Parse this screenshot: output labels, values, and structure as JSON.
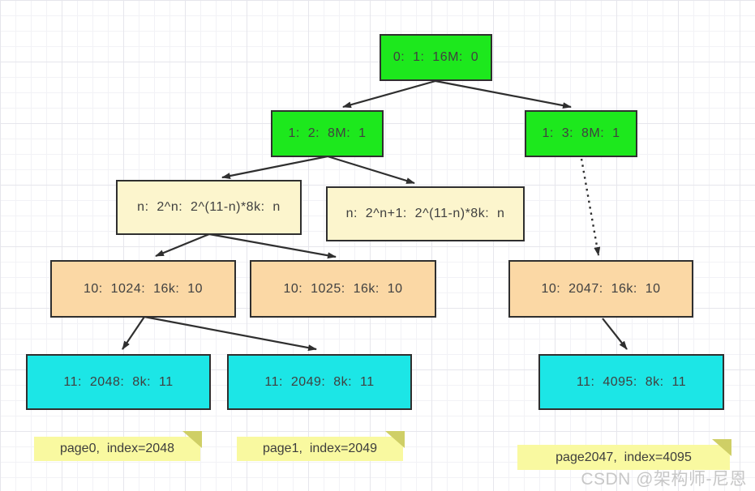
{
  "diagram": {
    "nodes": {
      "root": {
        "label": "0:  1:  16M:  0",
        "level": 0,
        "color": "#1de81d"
      },
      "l1_left": {
        "label": "1:  2:  8M:  1",
        "level": 1,
        "color": "#1de81d"
      },
      "l1_right": {
        "label": "1:  3:  8M:  1",
        "level": 1,
        "color": "#1de81d"
      },
      "formula_left": {
        "label": "n:  2^n:  2^(11-n)*8k:  n",
        "level": "n",
        "color": "#fcf5cd"
      },
      "formula_right": {
        "label": "n:  2^n+1:  2^(11-n)*8k:  n",
        "level": "n",
        "color": "#fcf5cd"
      },
      "n10_1024": {
        "label": "10:  1024:  16k:  10",
        "level": 10,
        "color": "#fbd8a5"
      },
      "n10_1025": {
        "label": "10:  1025:  16k:  10",
        "level": 10,
        "color": "#fbd8a5"
      },
      "n10_2047": {
        "label": "10:  2047:  16k:  10",
        "level": 10,
        "color": "#fbd8a5"
      },
      "n11_2048": {
        "label": "11:  2048:  8k:  11",
        "level": 11,
        "color": "#1ce6e6"
      },
      "n11_2049": {
        "label": "11:  2049:  8k:  11",
        "level": 11,
        "color": "#1ce6e6"
      },
      "n11_4095": {
        "label": "11:  4095:  8k:  11",
        "level": 11,
        "color": "#1ce6e6"
      }
    },
    "edges": [
      {
        "from": "root",
        "to": "l1_left",
        "style": "solid"
      },
      {
        "from": "root",
        "to": "l1_right",
        "style": "solid"
      },
      {
        "from": "l1_left",
        "to": "formula_left",
        "style": "solid"
      },
      {
        "from": "l1_left",
        "to": "formula_right",
        "style": "solid"
      },
      {
        "from": "formula_left",
        "to": "n10_1024",
        "style": "solid"
      },
      {
        "from": "formula_left",
        "to": "n10_1025",
        "style": "solid"
      },
      {
        "from": "l1_right",
        "to": "n10_2047",
        "style": "dotted"
      },
      {
        "from": "n10_1024",
        "to": "n11_2048",
        "style": "solid"
      },
      {
        "from": "n10_1024",
        "to": "n11_2049",
        "style": "solid"
      },
      {
        "from": "n10_2047",
        "to": "n11_4095",
        "style": "solid"
      }
    ],
    "notes": {
      "page0": "page0,  index=2048",
      "page1": "page1,  index=2049",
      "page2047": "page2047,  index=4095"
    },
    "watermark": "CSDN @架构师-尼恩",
    "colors": {
      "node_green": "#1de81d",
      "node_cream": "#fcf5cd",
      "node_orange": "#fbd8a5",
      "node_cyan": "#1ce6e6",
      "note_yellow": "#f9f9a0",
      "note_fold": "#cfcf66",
      "border": "#2f2f2f",
      "watermark_gray": "#c7c7c7"
    }
  }
}
